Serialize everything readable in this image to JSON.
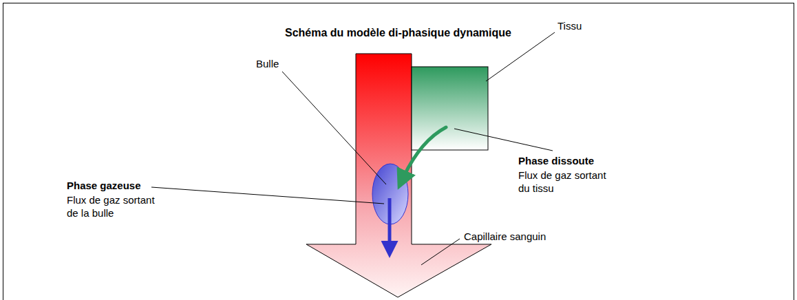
{
  "diagram": {
    "title": "Schéma du modèle di-phasique dynamique",
    "labels": [
      "Tissu",
      "Bulle",
      "Phase dissoute",
      "Flux de gaz sortant du tissu",
      "Phase gazeuse",
      "Flux de gaz sortant de la bulle",
      "Capillaire sanguin"
    ]
  }
}
